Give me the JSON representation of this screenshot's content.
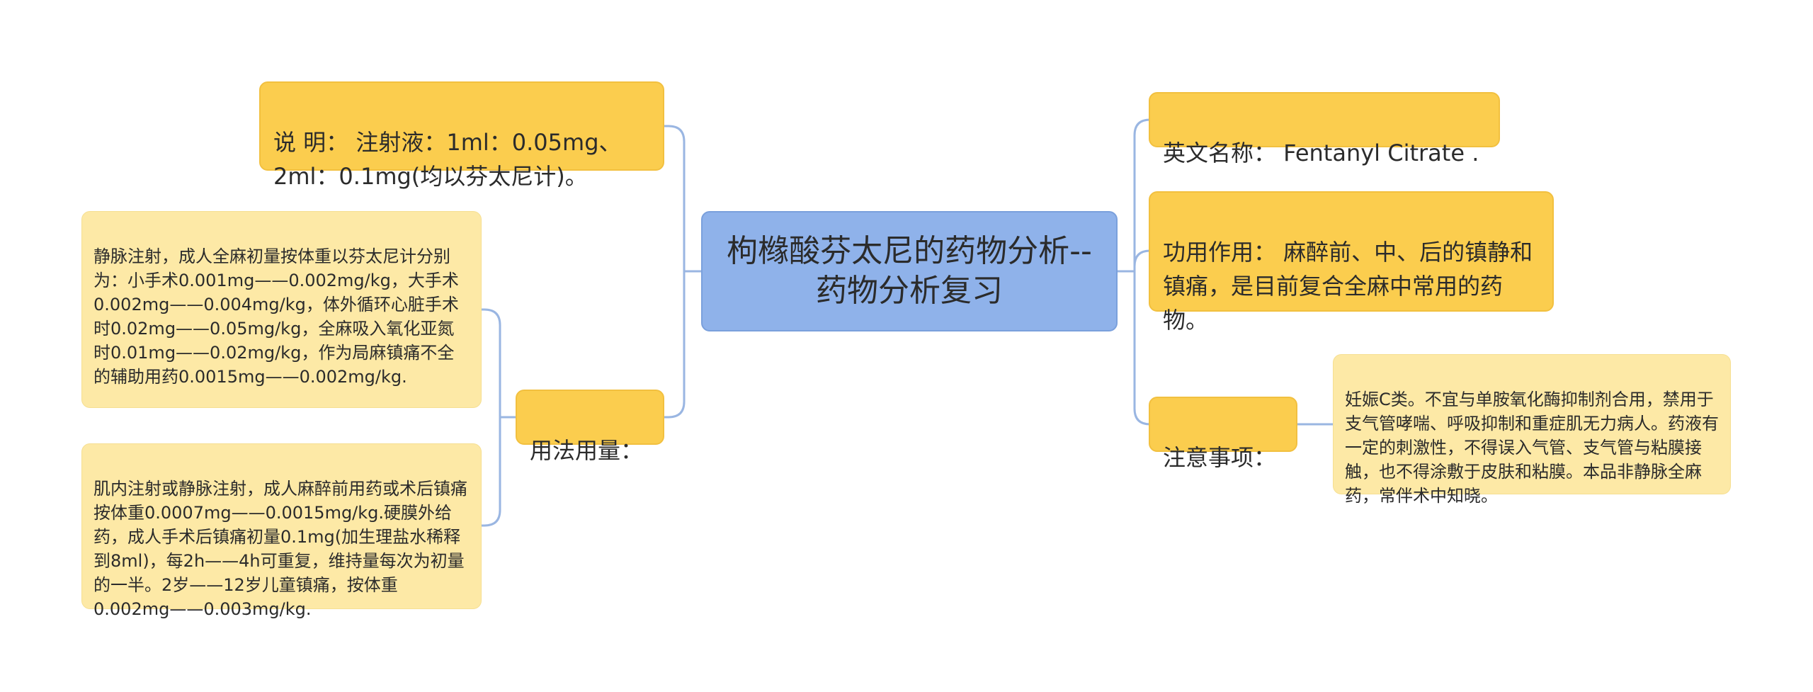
{
  "central": {
    "title": "枸橼酸芬太尼的药物分析--药物分析复习"
  },
  "left": {
    "description": "说 明： 注射液：1ml：0.05mg、2ml：0.1mg(均以芬太尼计)。",
    "usage_label": "用法用量：",
    "usage_details": [
      "静脉注射，成人全麻初量按体重以芬太尼计分别为：小手术0.001mg——0.002mg/kg，大手术0.002mg——0.004mg/kg，体外循环心脏手术时0.02mg——0.05mg/kg，全麻吸入氧化亚氮时0.01mg——0.02mg/kg，作为局麻镇痛不全的辅助用药0.0015mg——0.002mg/kg.",
      "肌内注射或静脉注射，成人麻醉前用药或术后镇痛按体重0.0007mg——0.0015mg/kg.硬膜外给药，成人手术后镇痛初量0.1mg(加生理盐水稀释到8ml)，每2h——4h可重复，维持量每次为初量的一半。2岁——12岁儿童镇痛，按体重0.002mg——0.003mg/kg."
    ]
  },
  "right": {
    "english_name": "英文名称： Fentanyl Citrate .",
    "function": "功用作用： 麻醉前、中、后的镇静和镇痛，是目前复合全麻中常用的药物。",
    "precautions_label": "注意事项：",
    "precautions_detail": "妊娠C类。不宜与单胺氧化酶抑制剂合用，禁用于支气管哮喘、呼吸抑制和重症肌无力病人。药液有一定的刺激性，不得误入气管、支气管与粘膜接触，也不得涂敷于皮肤和粘膜。本品非静脉全麻药，常伴术中知晓。"
  },
  "colors": {
    "central_fill": "#8fb2ea",
    "topic_fill": "#fbcd4e",
    "detail_fill": "#fde9a6",
    "connector": "#9ab6e2"
  }
}
